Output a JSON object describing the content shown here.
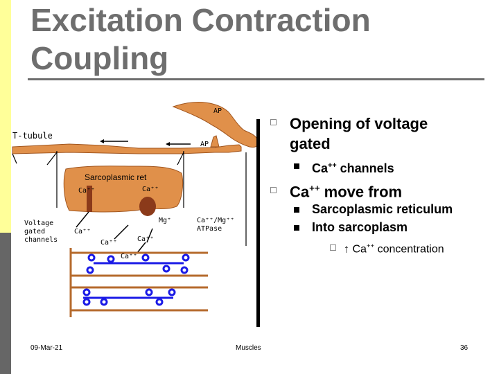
{
  "title": "Excitation Contraction Coupling",
  "title_lines": [
    "Excitation Contraction",
    "Coupling"
  ],
  "colors": {
    "stripe_yellow": "#ffff99",
    "stripe_gray": "#666666",
    "title_gray": "#6e6e6e",
    "membrane_orange": "#e0904a",
    "membrane_outline": "#a0551e",
    "filament_blue": "#1a1ae6",
    "pump_brown": "#8b3a1a",
    "line_brown": "#b56a2c"
  },
  "diagram": {
    "ap_top": "AP",
    "ap_mid": "AP",
    "t_tubule": "T-tubule",
    "sr": "Sarcoplasmic ret",
    "ca_sr_left": "Ca⁺⁺",
    "ca_sr_right": "Ca⁺⁺",
    "mg": "Mg⁺",
    "pump_label_1": "Ca⁺⁺/Mg⁺⁺",
    "pump_label_2": "ATPase",
    "vgc_1": "Voltage",
    "vgc_2": "gated",
    "vgc_3": "channels",
    "ca_1": "Ca⁺⁺",
    "ca_2": "Ca⁺⁺",
    "ca_3": "Ca⁺⁺",
    "ca_4": "Ca⁺⁺"
  },
  "bullets": {
    "b1_line1": "Opening of voltage",
    "b1_line2": "gated",
    "b1_sub_text": "Ca",
    "b1_sub_sup": "++",
    "b1_sub_after": " channels",
    "b2_text": "Ca",
    "b2_sup": "++",
    "b2_after": " move from",
    "b2_sub1": "Sarcoplasmic reticulum",
    "b2_sub2": "Into sarcoplasm",
    "b2_sub2_sub_arrow": "↑",
    "b2_sub2_sub_text": "Ca",
    "b2_sub2_sub_sup": "++",
    "b2_sub2_sub_after": " concentration"
  },
  "footer": {
    "date": "09-Mar-21",
    "center": "Muscles",
    "page": "36"
  },
  "icons": {
    "bullet_level1": "hollow-square-bullet-icon",
    "bullet_level2": "filled-square-bullet-icon",
    "bullet_level3": "hollow-square-bullet-icon"
  }
}
